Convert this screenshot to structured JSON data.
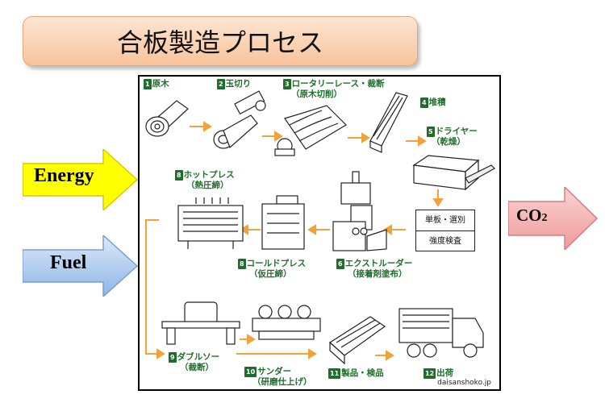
{
  "title": "合板製造プロセス",
  "inputs": {
    "energy": "Energy",
    "fuel": "Fuel"
  },
  "output": {
    "co2_main": "CO",
    "co2_sub": "2"
  },
  "colors": {
    "title_fill": "#f8c39a",
    "energy_fill": "#ffff00",
    "fuel_fill": "#a8c8ee",
    "co2_fill": "#f4a6a6",
    "step_text": "#1e6e2a",
    "flow_arrow": "#f2a23a"
  },
  "steps": [
    {
      "num": "1",
      "label": "原木",
      "sub": ""
    },
    {
      "num": "2",
      "label": "玉切り",
      "sub": ""
    },
    {
      "num": "3",
      "label": "ロータリーレース・裁断",
      "sub": "（原木切削）"
    },
    {
      "num": "4",
      "label": "堆積",
      "sub": ""
    },
    {
      "num": "5",
      "label": "ドライヤー",
      "sub": "（乾燥）"
    },
    {
      "num": "6",
      "label": "エクストルーダー",
      "sub": "（接着剤塗布）"
    },
    {
      "num": "8",
      "label": "コールドプレス",
      "sub": "（仮圧締）"
    },
    {
      "num": "8",
      "label": "ホットプレス",
      "sub": "（熱圧締）"
    },
    {
      "num": "9",
      "label": "ダブルソー",
      "sub": "（裁断）"
    },
    {
      "num": "10",
      "label": "サンダー",
      "sub": "（研磨仕上げ）"
    },
    {
      "num": "11",
      "label": "製品・検品",
      "sub": ""
    },
    {
      "num": "12",
      "label": "出荷",
      "sub": ""
    }
  ],
  "inspection": {
    "line1": "単板・選別",
    "line2": "強度検査"
  },
  "credit": "daisanshoko.jp"
}
